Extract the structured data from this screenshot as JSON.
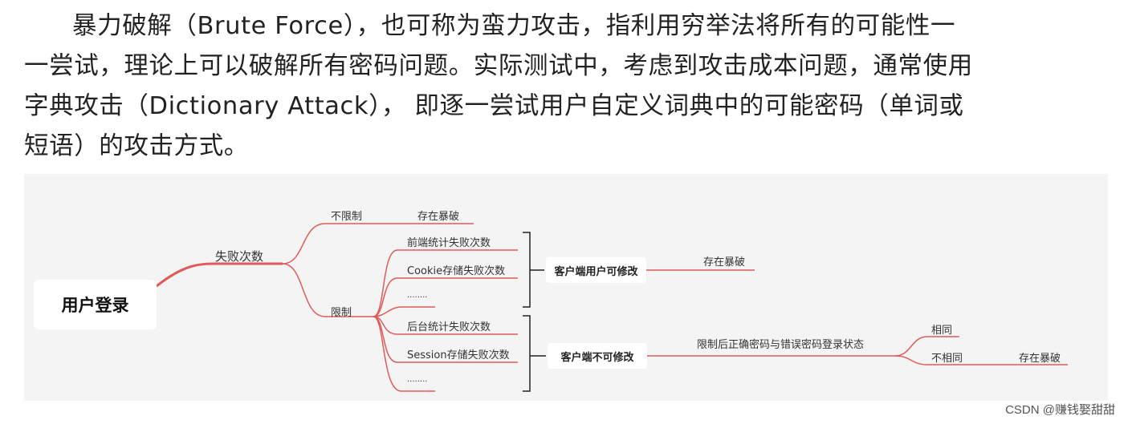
{
  "paragraph": {
    "line1": "暴力破解（Brute Force），也可称为蛮力攻击，指利用穷举法将所有的可能性一",
    "line2": "一尝试，理论上可以破解所有密码问题。实际测试中，考虑到攻击成本问题，通常使用",
    "line3": "字典攻击（Dictionary Attack）， 即逐一尝试用户自定义词典中的可能密码（单词或",
    "line4": "短语）的攻击方式。"
  },
  "mindmap": {
    "root": "用户登录",
    "branch": "失败次数",
    "unlimited": "不限制",
    "unlimited_result": "存在暴破",
    "limited": "限制",
    "client_items": [
      "前端统计失败次数",
      "Cookie存储失败次数",
      "........"
    ],
    "client_box": "客户端用户可修改",
    "client_result": "存在暴破",
    "server_items": [
      "后台统计失败次数",
      "Session存储失败次数",
      "........"
    ],
    "server_box": "客户端不可修改",
    "server_detail": "限制后正确密码与错误密码登录状态",
    "same": "相同",
    "different": "不相同",
    "different_result": "存在暴破",
    "line_color": "#e05a5a"
  },
  "watermark": "CSDN @赚钱娶甜甜"
}
